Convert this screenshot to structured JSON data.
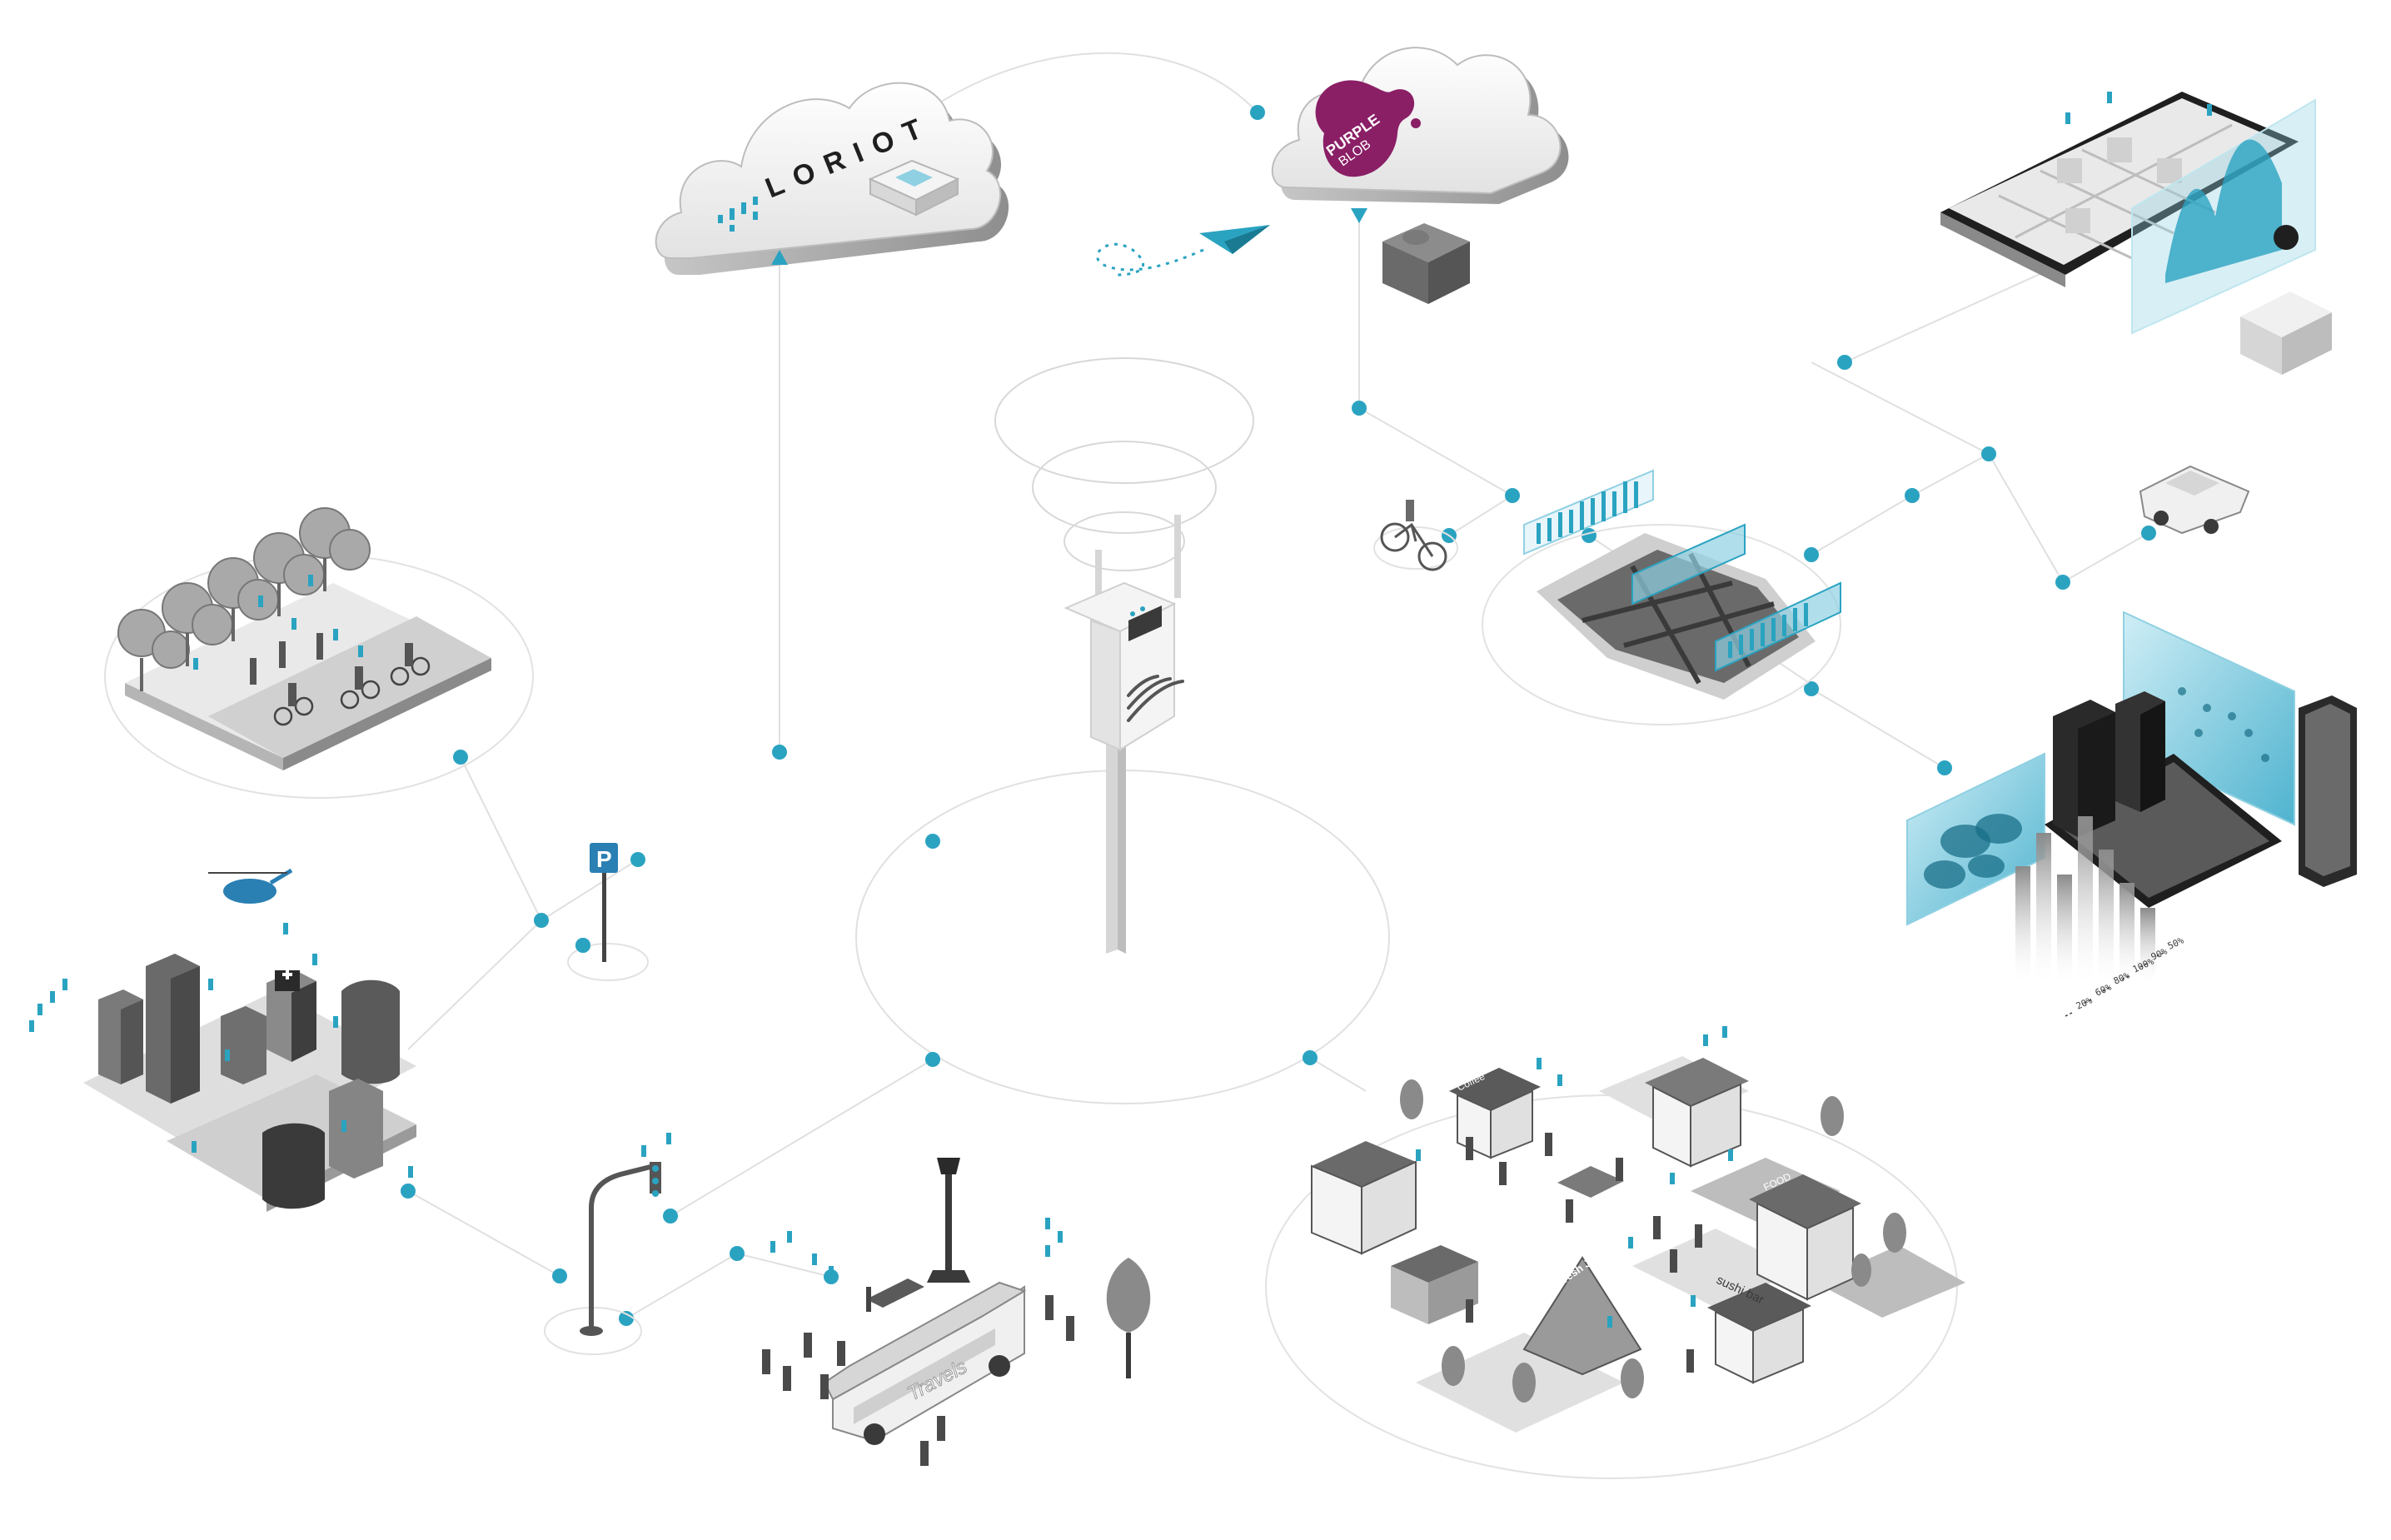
{
  "colors": {
    "accent": "#2aa3c1",
    "accent_light": "#8fd0e2",
    "line": "#dcdcdc",
    "purple_blob": "#8a1f66",
    "loriot_text": "#1f1f1f",
    "grey_dark": "#4a4a4a",
    "grey_mid": "#9a9a9a",
    "grey_light": "#e6e6e6"
  },
  "clouds": {
    "loriot": {
      "text": "LORIOT"
    },
    "purple_blob": {
      "line1": "PURPLE",
      "line2": "BLOB"
    }
  },
  "parking_sign": {
    "text": "P"
  },
  "scale_labels": [
    "50%",
    "90%",
    "100%",
    "80%",
    "60%",
    "20%"
  ],
  "food_signs": [
    "Coffee",
    "Fresh Juice",
    "sushi bar",
    "FOOD"
  ],
  "bus": {
    "text": "Travels"
  }
}
